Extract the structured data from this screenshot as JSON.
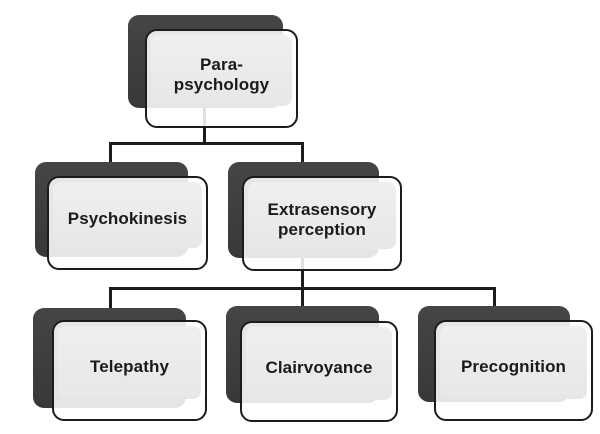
{
  "diagram": {
    "type": "hierarchy-tree",
    "nodes": [
      {
        "id": "parapsychology",
        "label": "Para-\npsychology",
        "level": 1
      },
      {
        "id": "psychokinesis",
        "label": "Psychokinesis",
        "level": 2
      },
      {
        "id": "extrasensory-perception",
        "label": "Extrasensory\nperception",
        "level": 2
      },
      {
        "id": "telepathy",
        "label": "Telepathy",
        "level": 3
      },
      {
        "id": "clairvoyance",
        "label": "Clairvoyance",
        "level": 3
      },
      {
        "id": "precognition",
        "label": "Precognition",
        "level": 3
      }
    ],
    "edges": [
      {
        "from": "parapsychology",
        "to": "psychokinesis"
      },
      {
        "from": "parapsychology",
        "to": "extrasensory-perception"
      },
      {
        "from": "extrasensory-perception",
        "to": "telepathy"
      },
      {
        "from": "extrasensory-perception",
        "to": "clairvoyance"
      },
      {
        "from": "extrasensory-perception",
        "to": "precognition"
      }
    ]
  },
  "theme": {
    "background": "#ffffff",
    "shadow": "#3e3e3e",
    "border": "#1c1c1c",
    "connector": "#1c1c1c",
    "box_fill": "rgba(255,255,255,0.87)",
    "panel_light": "#efefef",
    "panel_dark": "#e7e7e7",
    "text": "#1a1a1a"
  }
}
